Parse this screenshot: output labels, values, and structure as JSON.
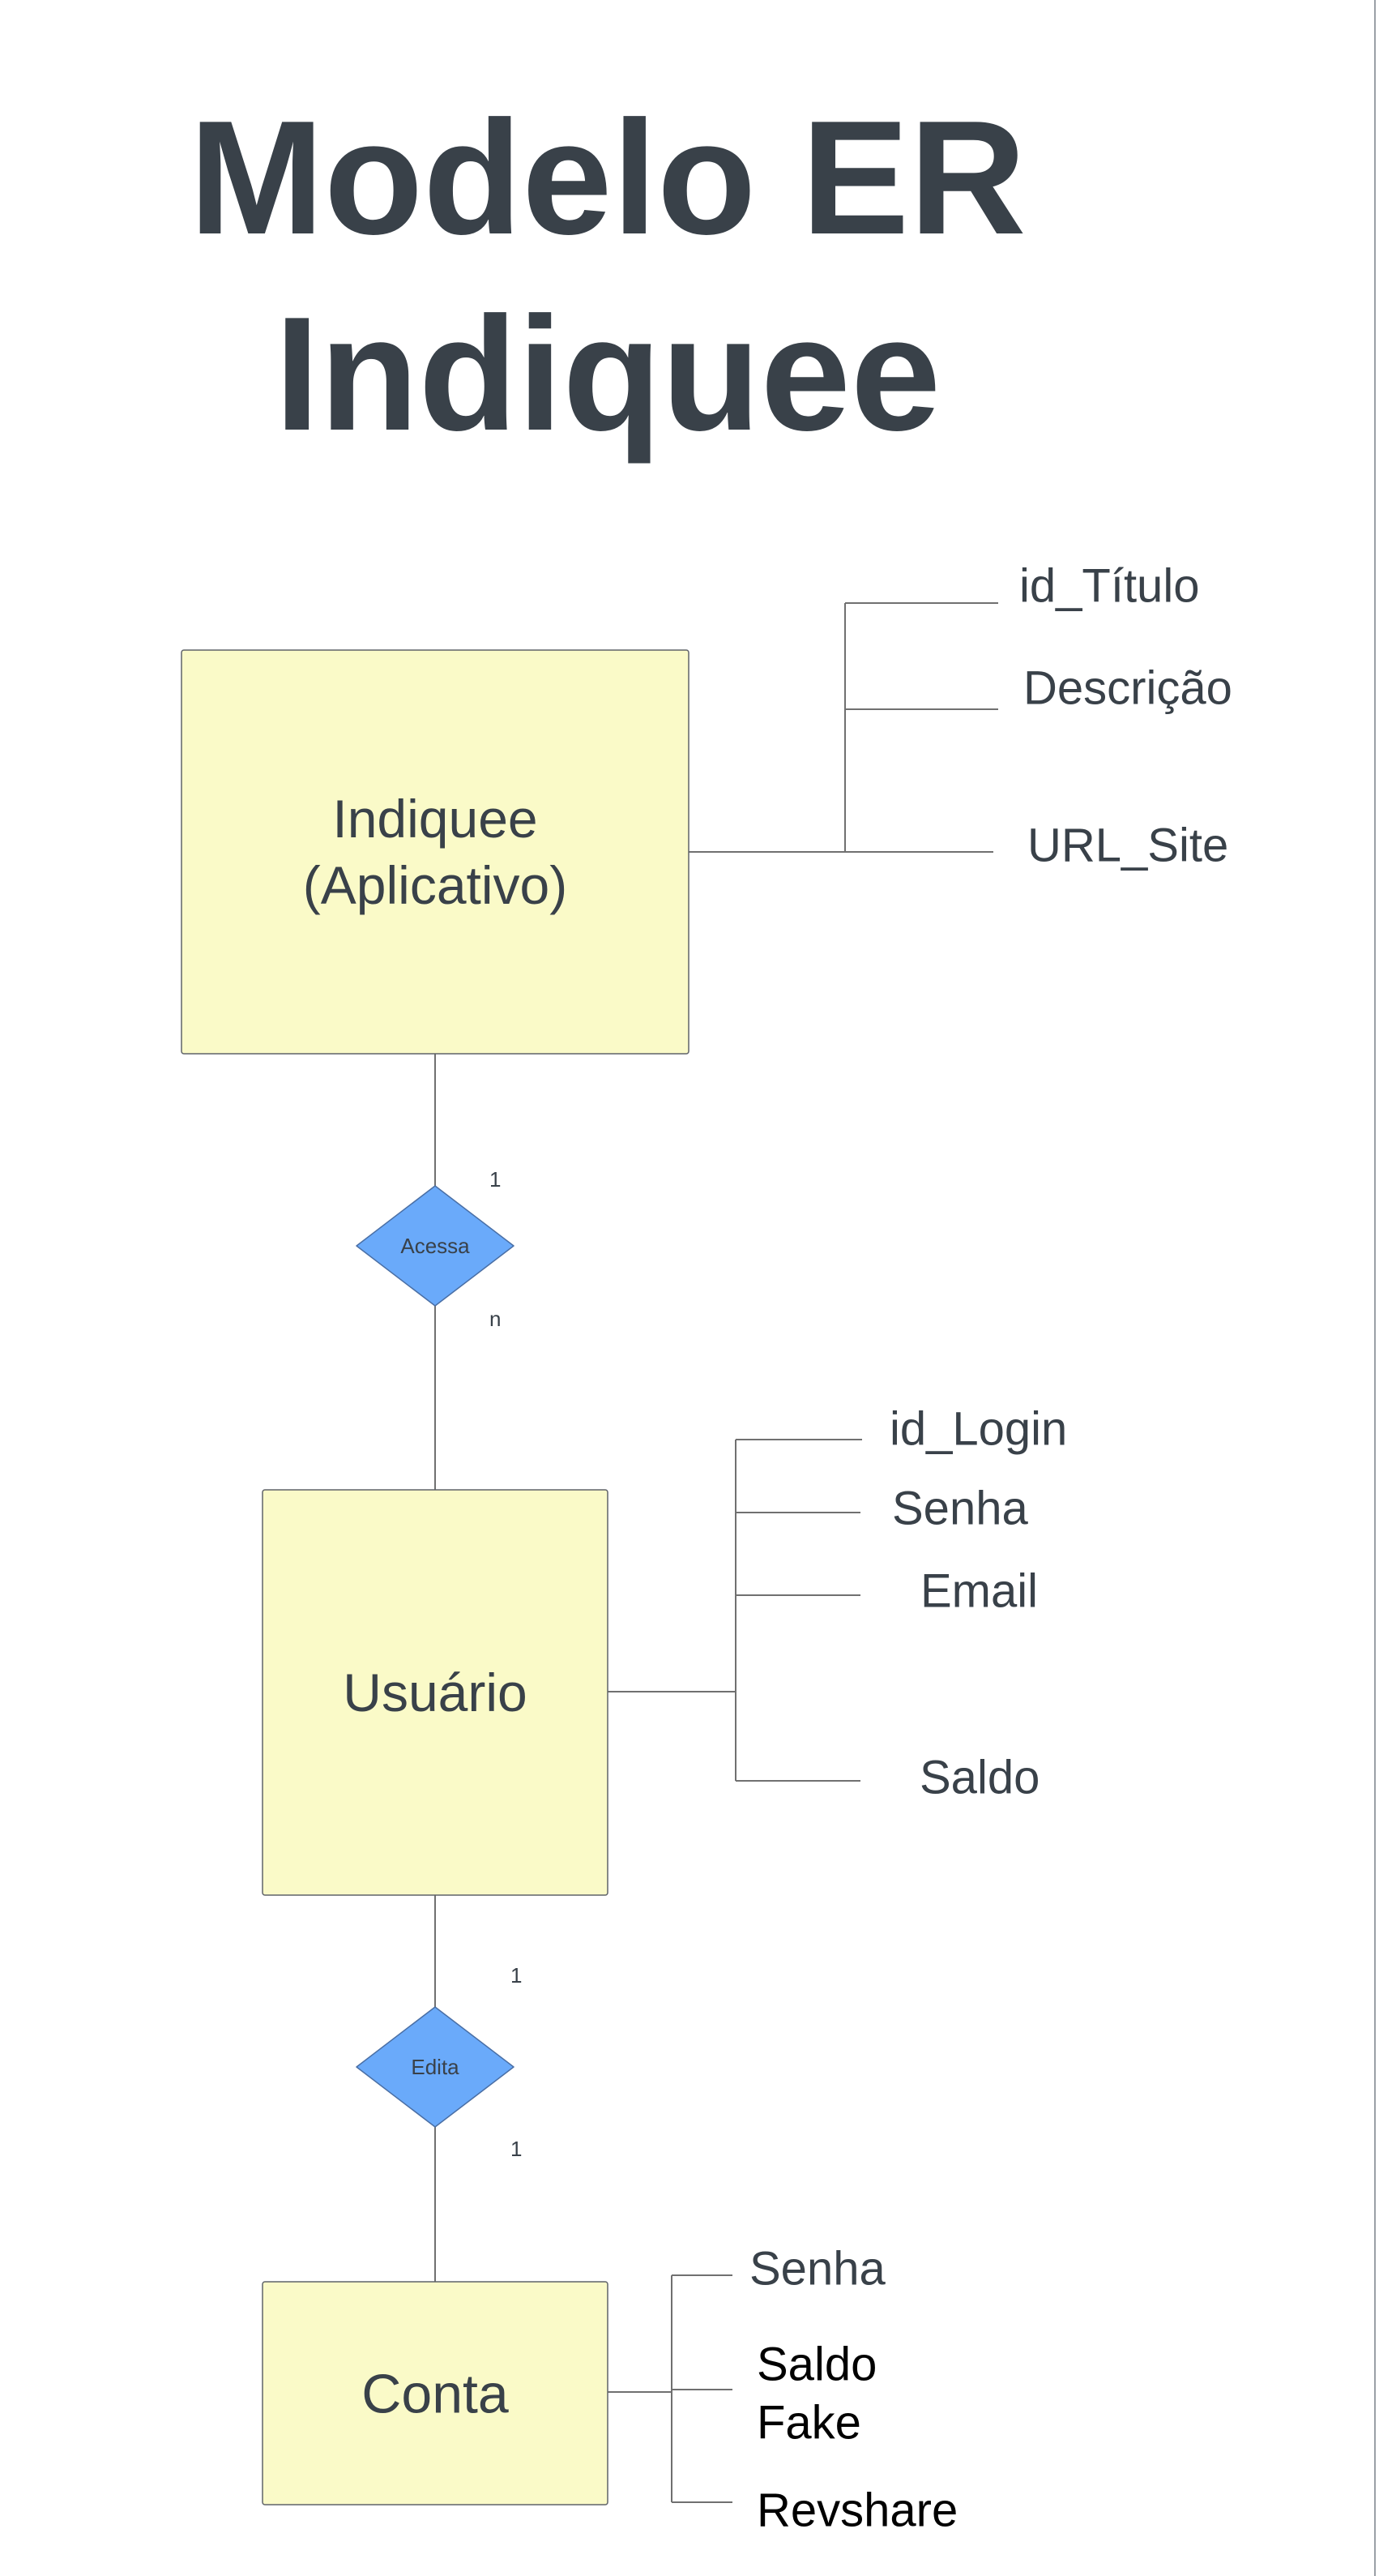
{
  "title": {
    "line1": "Modelo ER",
    "line2": "Indiquee"
  },
  "colors": {
    "title_text": "#394149",
    "entity_fill": "#FAFAC8",
    "entity_stroke": "#5f6368",
    "relationship_fill": "#6AAAFA",
    "line": "#707070",
    "text_dark": "#394149",
    "text_black": "#000000"
  },
  "entities": [
    {
      "id": "app",
      "label_lines": [
        "Indiquee",
        "(Aplicativo)"
      ],
      "attributes": [
        {
          "label_lines": [
            "id_Título"
          ]
        },
        {
          "label_lines": [
            "Descrição"
          ]
        },
        {
          "label_lines": [
            "URL_Site"
          ]
        }
      ]
    },
    {
      "id": "usuario",
      "label_lines": [
        "Usuário"
      ],
      "attributes": [
        {
          "label_lines": [
            "id_Login"
          ]
        },
        {
          "label_lines": [
            "Senha"
          ]
        },
        {
          "label_lines": [
            "Email"
          ]
        },
        {
          "label_lines": [
            "Saldo"
          ]
        }
      ]
    },
    {
      "id": "conta",
      "label_lines": [
        "Conta"
      ],
      "attributes": [
        {
          "label_lines": [
            "Senha"
          ]
        },
        {
          "label_lines": [
            "Saldo",
            "Fake"
          ]
        },
        {
          "label_lines": [
            "Revshare"
          ]
        }
      ]
    }
  ],
  "relationships": [
    {
      "id": "acessa",
      "label": "Acessa",
      "from": "app",
      "to": "usuario",
      "card_from": "1",
      "card_to": "n"
    },
    {
      "id": "edita",
      "label": "Edita",
      "from": "usuario",
      "to": "conta",
      "card_from": "1",
      "card_to": "1"
    }
  ]
}
